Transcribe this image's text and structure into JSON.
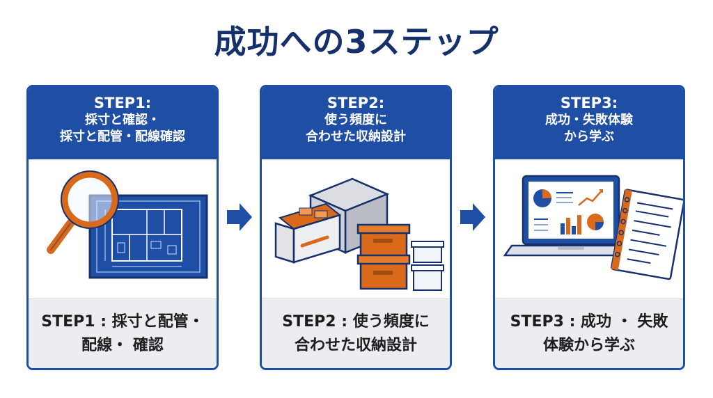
{
  "title": "成功への3ステップ",
  "steps": [
    {
      "header_title": "STEP1:",
      "header_lines": [
        "採寸と確認・",
        "採寸と配管・配線確認"
      ],
      "footer_lines": [
        "STEP1 : 採寸と配管・",
        "配線・ 確認"
      ],
      "illustration": "magnifier-blueprint"
    },
    {
      "header_title": "STEP2:",
      "header_lines": [
        "使う頻度に",
        "合わせた収納設計"
      ],
      "footer_lines": [
        "STEP2 : 使う頻度に",
        "合わせた収納設計"
      ],
      "illustration": "drawer-boxes"
    },
    {
      "header_title": "STEP3:",
      "header_lines": [
        "成功・失敗体験",
        "から学ぶ"
      ],
      "footer_lines": [
        "STEP3 : 成功 ・ 失敗",
        "体験から学ぶ"
      ],
      "illustration": "laptop-notebook"
    }
  ],
  "icons": [
    "magnifier-icon",
    "blueprint-icon",
    "drawer-icon",
    "storage-box-icon",
    "plastic-container-icon",
    "laptop-chart-icon",
    "notebook-icon",
    "arrow-right-icon"
  ],
  "colors": {
    "primary_blue": "#1f4ea5",
    "title_navy": "#16306b",
    "accent_orange": "#d96a1c",
    "footer_gray": "#ebedf1"
  }
}
